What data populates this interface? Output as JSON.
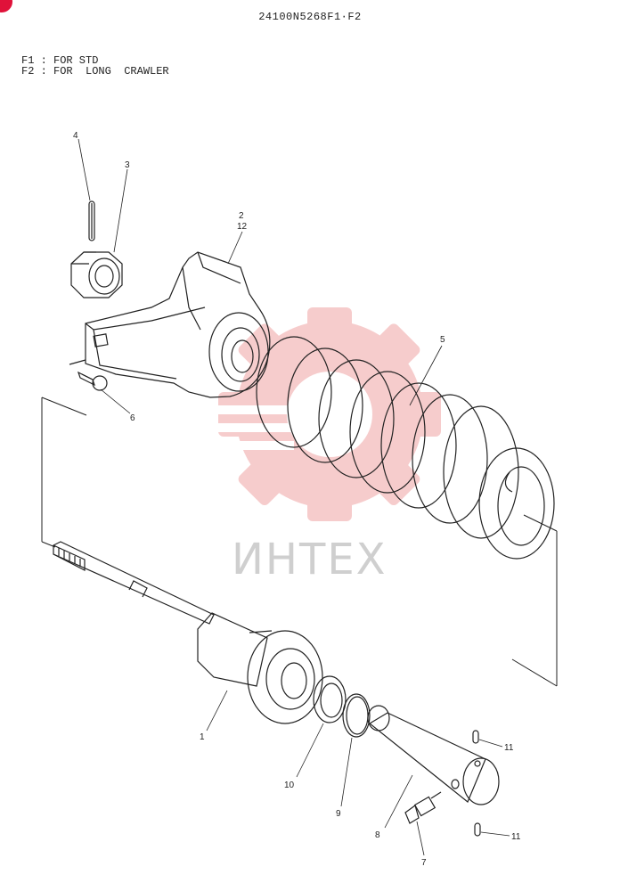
{
  "title": "24100N5268F1·F2",
  "legend": [
    "F1 : FOR STD",
    "F2 : FOR  LONG  CRAWLER"
  ],
  "watermark": "ИНТЕХ",
  "callouts": [
    {
      "id": "c4",
      "label": "4"
    },
    {
      "id": "c3",
      "label": "3"
    },
    {
      "id": "c2",
      "label": "2"
    },
    {
      "id": "c12",
      "label": "12"
    },
    {
      "id": "c5",
      "label": "5"
    },
    {
      "id": "c6",
      "label": "6"
    },
    {
      "id": "c1",
      "label": "1"
    },
    {
      "id": "c10",
      "label": "10"
    },
    {
      "id": "c9",
      "label": "9"
    },
    {
      "id": "c8",
      "label": "8"
    },
    {
      "id": "c7",
      "label": "7"
    },
    {
      "id": "c11a",
      "label": "11"
    },
    {
      "id": "c11b",
      "label": "11"
    }
  ],
  "colors": {
    "line": "#222222",
    "watermark": "#f0a3a3",
    "badge": "#e0123a"
  }
}
